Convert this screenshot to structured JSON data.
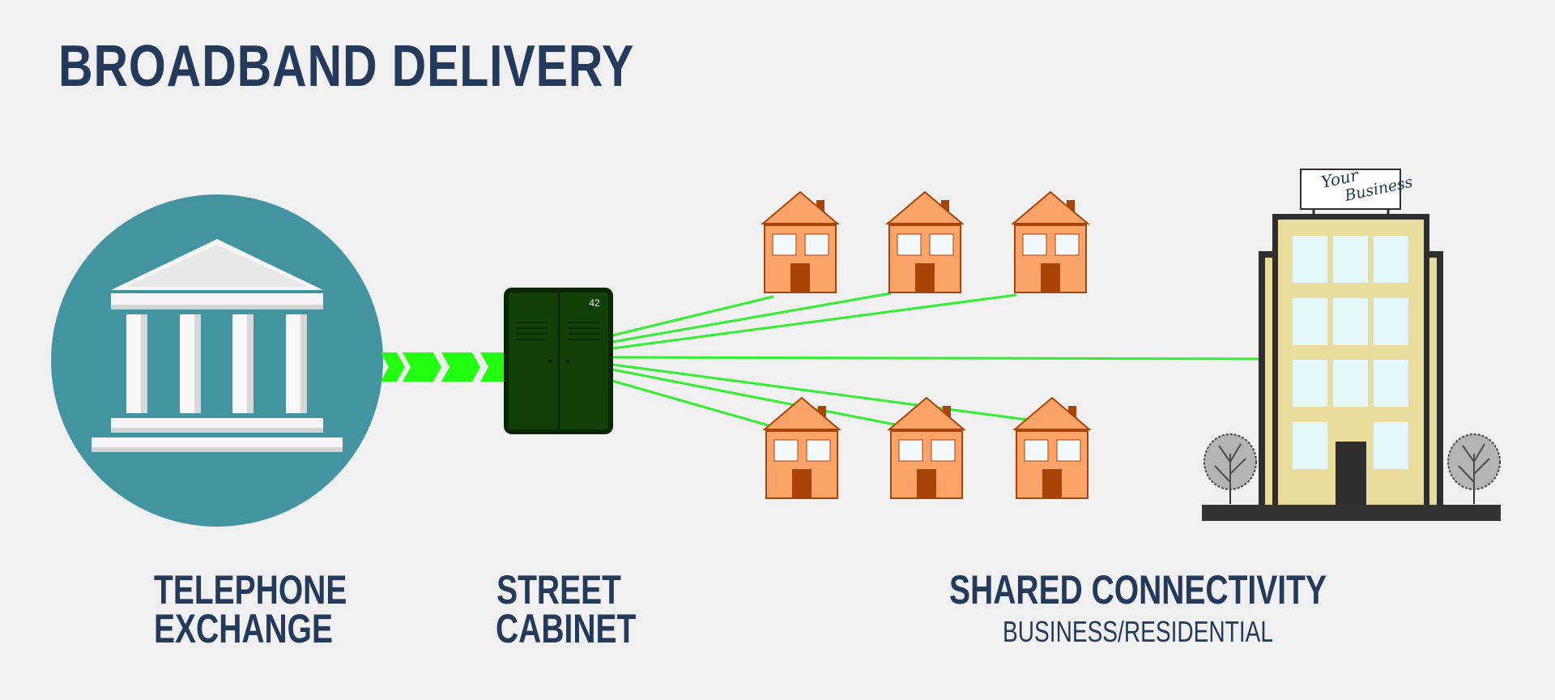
{
  "title": "BROADBAND DELIVERY",
  "labels": {
    "exchange_line1": "TELEPHONE",
    "exchange_line2": "EXCHANGE",
    "cabinet_line1": "STREET",
    "cabinet_line2": "CABINET",
    "shared": "SHARED CONNECTIVITY",
    "shared_sub": "BUSINESS/RESIDENTIAL"
  },
  "cabinet_number": "42",
  "sign_line1": "Your",
  "sign_line2": "Business",
  "colors": {
    "title": "#243a5a",
    "exchange_circle": "#4295a0",
    "connection_line": "#33ee33",
    "cabinet": "#103d06",
    "house_wall": "#fca36a",
    "house_roof": "#fca36a",
    "house_door": "#a84408",
    "building_facade": "#e8dd9c",
    "building_frame": "#2e2e2e"
  }
}
